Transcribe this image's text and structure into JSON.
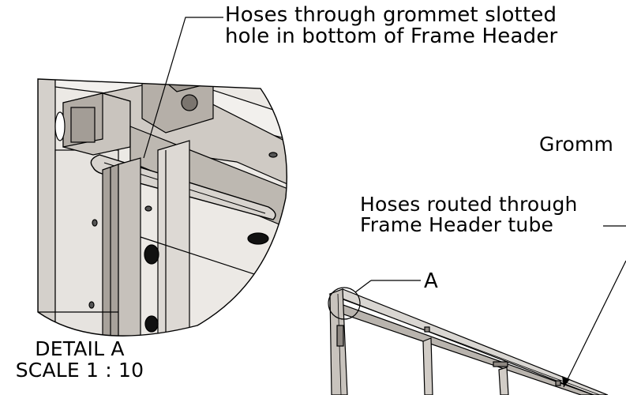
{
  "callouts": {
    "hoses_grommet_line1": "Hoses through grommet slotted",
    "hoses_grommet_line2": "hole in bottom of Frame Header",
    "grommet": "Gromm",
    "hoses_routed_line1": "Hoses routed through",
    "hoses_routed_line2": "Frame Header tube"
  },
  "detail": {
    "letter": "A",
    "title": "DETAIL A",
    "scale": "SCALE 1 : 10"
  },
  "colors": {
    "line": "#000000",
    "shade_light": "#d9d6d2",
    "shade_mid": "#b9b4ae",
    "shade_dark": "#8e8882",
    "background": "#ffffff"
  }
}
